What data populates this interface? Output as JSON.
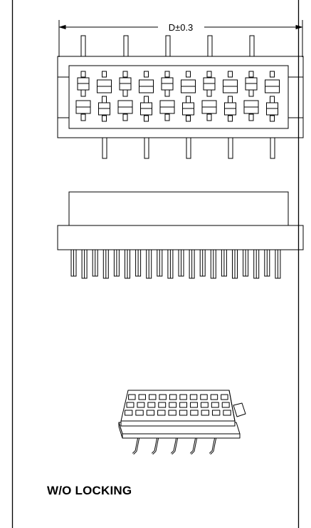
{
  "diagram": {
    "dimension_label": "D±0.3",
    "caption": "W/O LOCKING",
    "pin_pairs": 10,
    "stroke_color": "#000000",
    "background_color": "#ffffff"
  }
}
